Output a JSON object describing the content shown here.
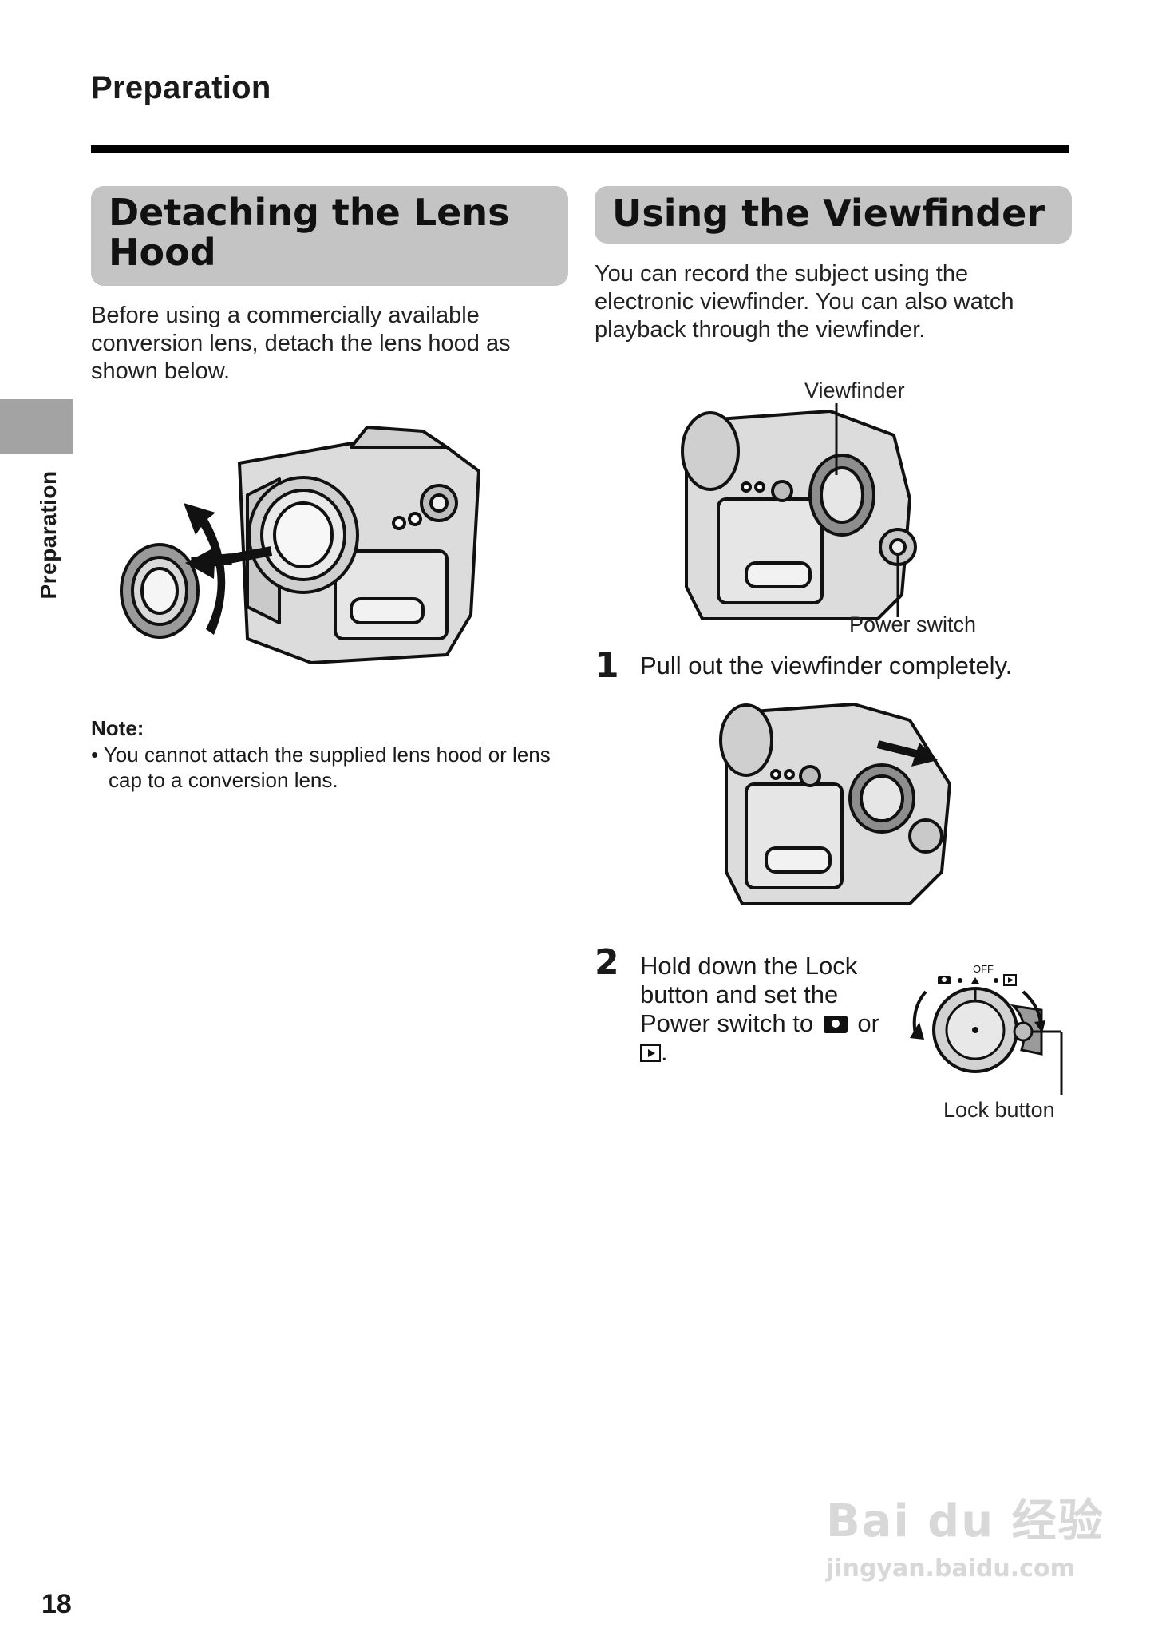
{
  "header": {
    "section_title": "Preparation"
  },
  "side_tab": {
    "label": "Preparation"
  },
  "left": {
    "heading": "Detaching the Lens Hood",
    "intro": "Before using a commercially available conversion lens, detach the lens hood as shown below.",
    "note": {
      "title": "Note:",
      "items": [
        "• You cannot attach the supplied lens hood or lens cap to a conversion lens."
      ]
    }
  },
  "right": {
    "heading": "Using the Viewfinder",
    "intro": "You can record the subject using the electronic viewfinder. You can also watch playback through the viewfinder.",
    "callouts": {
      "viewfinder": "Viewfinder",
      "power_switch": "Power switch",
      "lock_button": "Lock button"
    },
    "steps": [
      {
        "number": "1",
        "text": "Pull out the viewfinder completely."
      },
      {
        "number": "2",
        "text_before": "Hold down the Lock button and set the Power switch to",
        "text_or": "or",
        "text_end": "."
      }
    ],
    "dial_labels": {
      "off": "OFF"
    }
  },
  "footer": {
    "page_number": "18"
  },
  "watermark": {
    "line1": "Bai du 经验",
    "line2": "jingyan.baidu.com"
  },
  "icons": [
    "camera-mode-icon",
    "playback-mode-icon"
  ]
}
